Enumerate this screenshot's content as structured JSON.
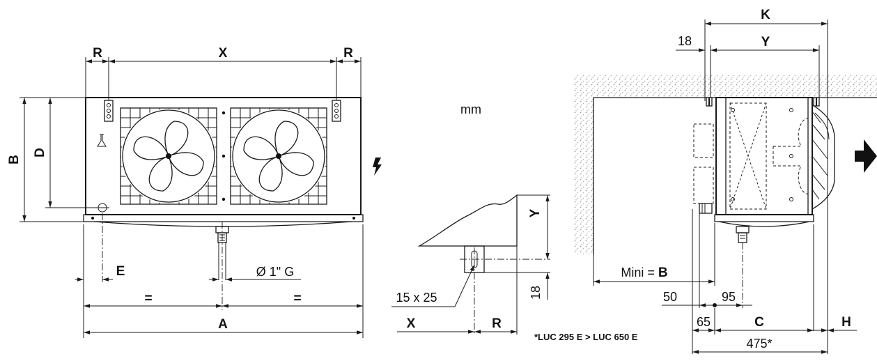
{
  "labels": {
    "R_left": "R",
    "X_top": "X",
    "R_right": "R",
    "B_front": "B",
    "D_front": "D",
    "E": "E",
    "pipe": "Ø 1\" G",
    "eq_left": "=",
    "eq_right": "=",
    "A": "A",
    "unit": "mm",
    "bracket_Y": "Y",
    "slot": "15 x 25",
    "bracket_18": "18",
    "bracket_X": "X",
    "bracket_R": "R",
    "K": "K",
    "side_18": "18",
    "side_Y": "Y",
    "mini_prefix": "Mini = ",
    "mini_B": "B",
    "d50": "50",
    "d95": "95",
    "d65": "65",
    "C": "C",
    "H": "H",
    "d475": "475*",
    "footnote": "*LUC 295 E > LUC 650 E"
  },
  "icons": [
    "lightning-icon",
    "arrow-right-icon",
    "fan-icon"
  ]
}
